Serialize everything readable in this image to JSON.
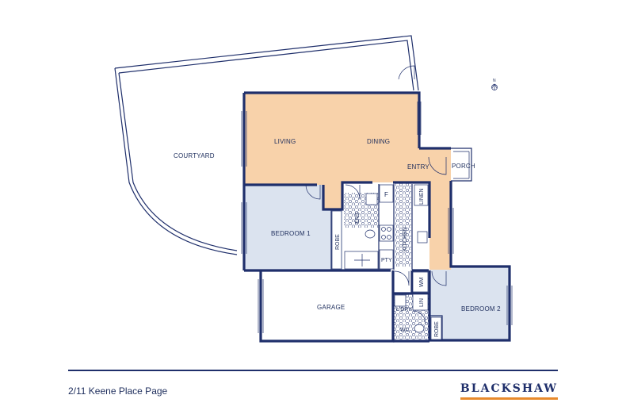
{
  "rooms": {
    "courtyard": "COURTYARD",
    "living": "LIVING",
    "dining": "DINING",
    "entry": "ENTRY",
    "porch": "PORCH",
    "bedroom1": "BEDROOM 1",
    "robe1": "ROBE",
    "ens": "ENS",
    "fridge": "F",
    "linen": "LINEN",
    "kitchen": "KITCHEN",
    "pantry": "PTY",
    "garage": "GARAGE",
    "wm": "WM",
    "lin": "LIN",
    "ldry": "L'DRY",
    "wc": "WC",
    "robe2": "ROBE",
    "bedroom2": "BEDROOM 2"
  },
  "footer": {
    "address": "2/11 Keene Place Page",
    "brand": "BLACKSHAW"
  },
  "colors": {
    "wall": "#1f2f6b",
    "living_zone": "#f8d2aa",
    "bedroom_zone": "#dbe3ef",
    "wet_zone": "#ffffff",
    "brand_accent": "#e88a2c"
  },
  "icons": {
    "north": "north-arrow-icon"
  }
}
